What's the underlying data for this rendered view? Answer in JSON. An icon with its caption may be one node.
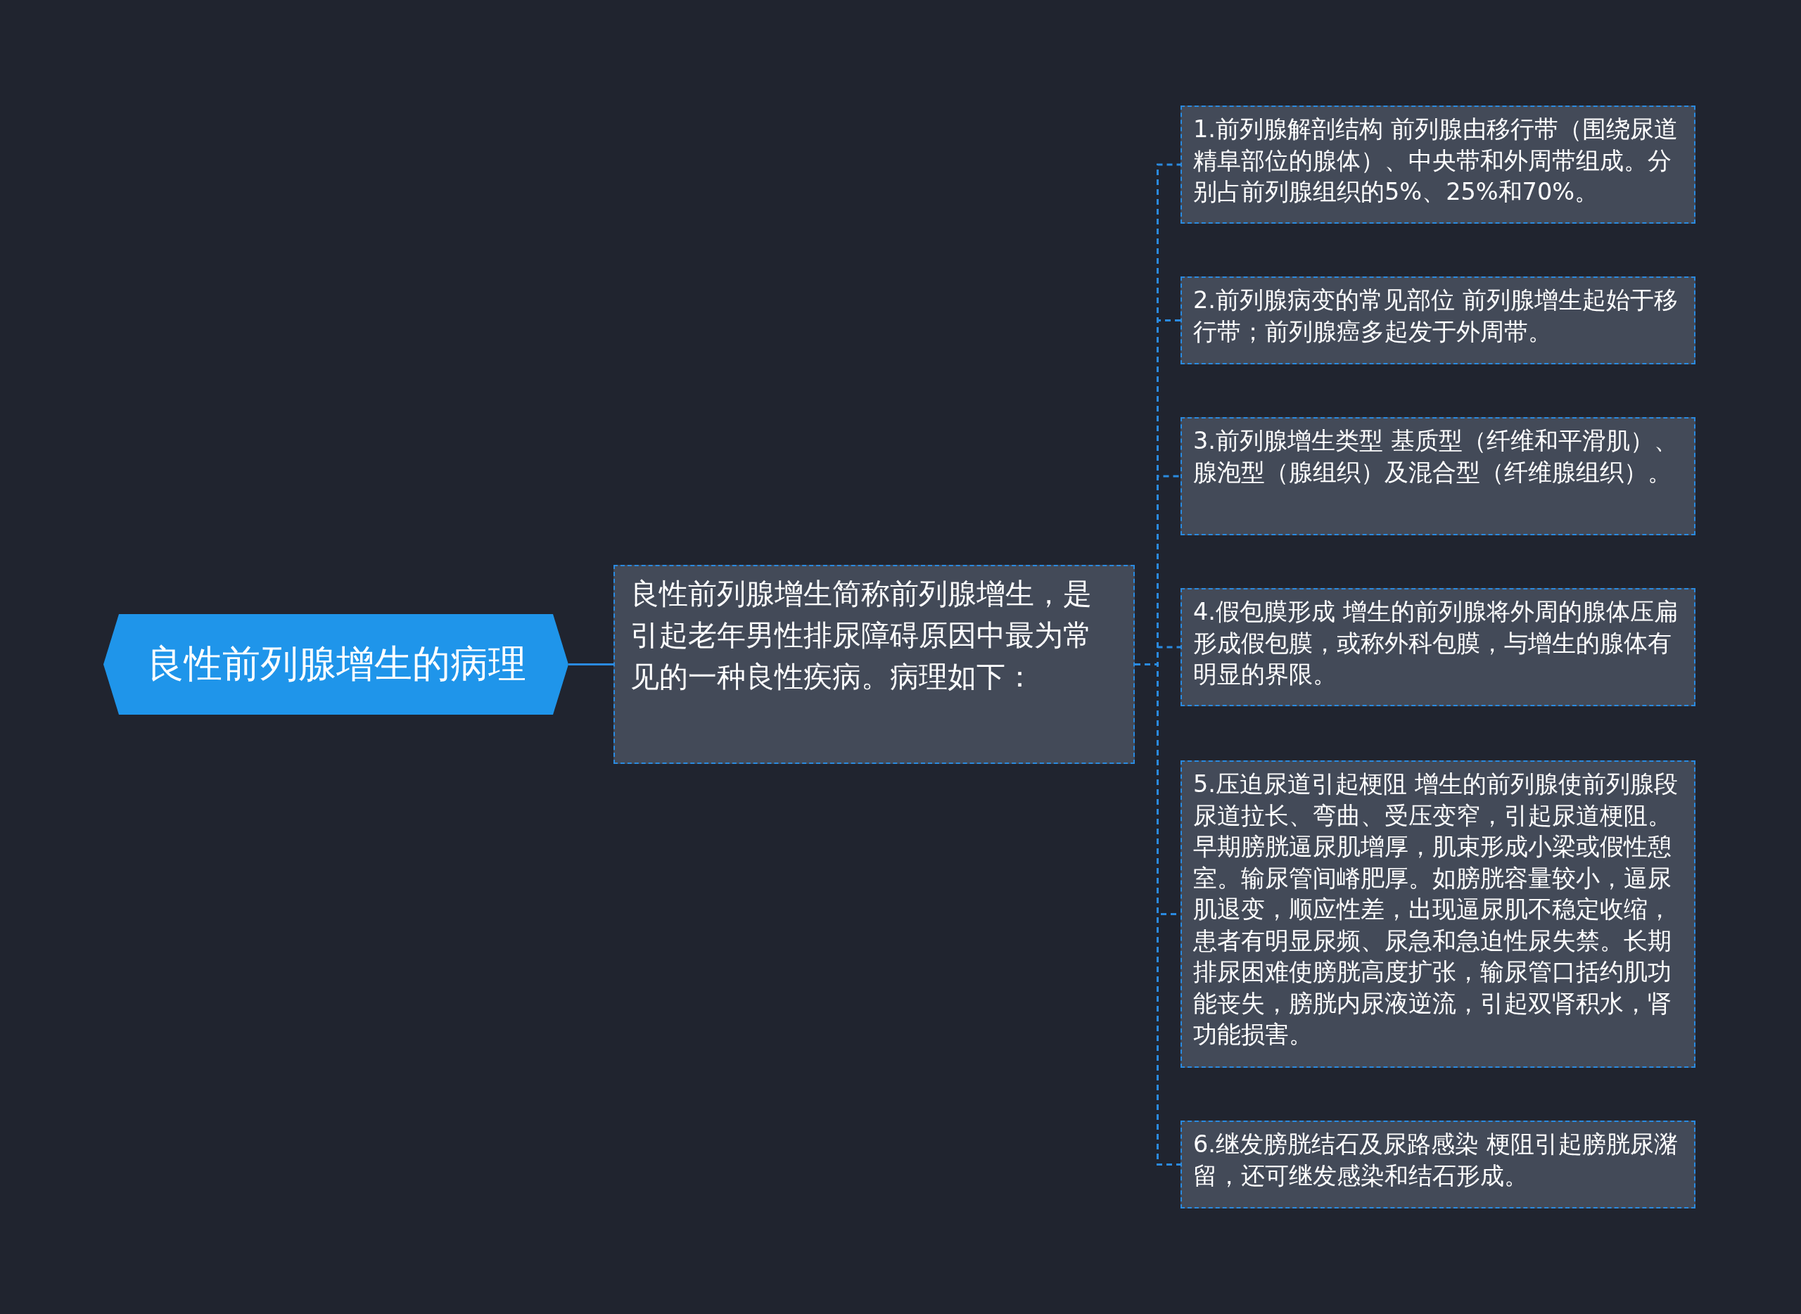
{
  "diagram": {
    "nodes": [
      {
        "text": [
          "良性前列腺增生的病理"
        ]
      },
      {
        "text": [
          "良性前列腺增生简称前列腺增生，是引起老年男性排尿障碍原因中最为常见的一种良性疾病。病理如下："
        ]
      },
      {
        "text": [
          "1.前列腺解剖结构 前列腺由移行带（围绕尿道精阜部位的腺体）、中央带和外周带组成。分别占前列腺组织的5%、25%和70%。"
        ]
      },
      {
        "text": [
          "2.前列腺病变的常见部位 前列腺增生起始于移行带；前列腺癌多起发于外周带。"
        ]
      },
      {
        "text": [
          "3.前列腺增生类型 基质型（纤维和平滑肌）、腺泡型（腺组织）及混合型（纤维腺组织）。"
        ]
      },
      {
        "text": [
          "4.假包膜形成 增生的前列腺将外周的腺体压扁形成假包膜，或称外科包膜，与增生的腺体有明显的界限。"
        ]
      },
      {
        "text": [
          "5.压迫尿道引起梗阻 增生的前列腺使前列腺段尿道拉长、弯曲、受压变窄，引起尿道梗阻。早期膀胱逼尿肌增厚，肌束形成小梁或假性憩室。输尿管间嵴肥厚。如膀胱容量较小，逼尿肌退变，顺应性差，出现逼尿肌不稳定收缩，患者有明显尿频、尿急和急迫性尿失禁。长期排尿困难使膀胱高度扩张，输尿管口括约肌功能丧失，膀胱内尿液逆流，引起双肾积水，肾功能损害。"
        ]
      },
      {
        "text": [
          "6.继发膀胱结石及尿路感染 梗阻引起膀胱尿潴留，还可继发感染和结石形成。"
        ]
      }
    ],
    "edges": [
      {
        "from": 0,
        "to": 1,
        "arrow": "none"
      },
      {
        "from": 1,
        "to": 2,
        "arrow": "none",
        "style": "dashed"
      },
      {
        "from": 1,
        "to": 3,
        "arrow": "none",
        "style": "dashed"
      },
      {
        "from": 1,
        "to": 4,
        "arrow": "none",
        "style": "dashed"
      },
      {
        "from": 1,
        "to": 5,
        "arrow": "none",
        "style": "dashed"
      },
      {
        "from": 1,
        "to": 6,
        "arrow": "none",
        "style": "dashed"
      },
      {
        "from": 1,
        "to": 7,
        "arrow": "none",
        "style": "dashed"
      }
    ]
  }
}
